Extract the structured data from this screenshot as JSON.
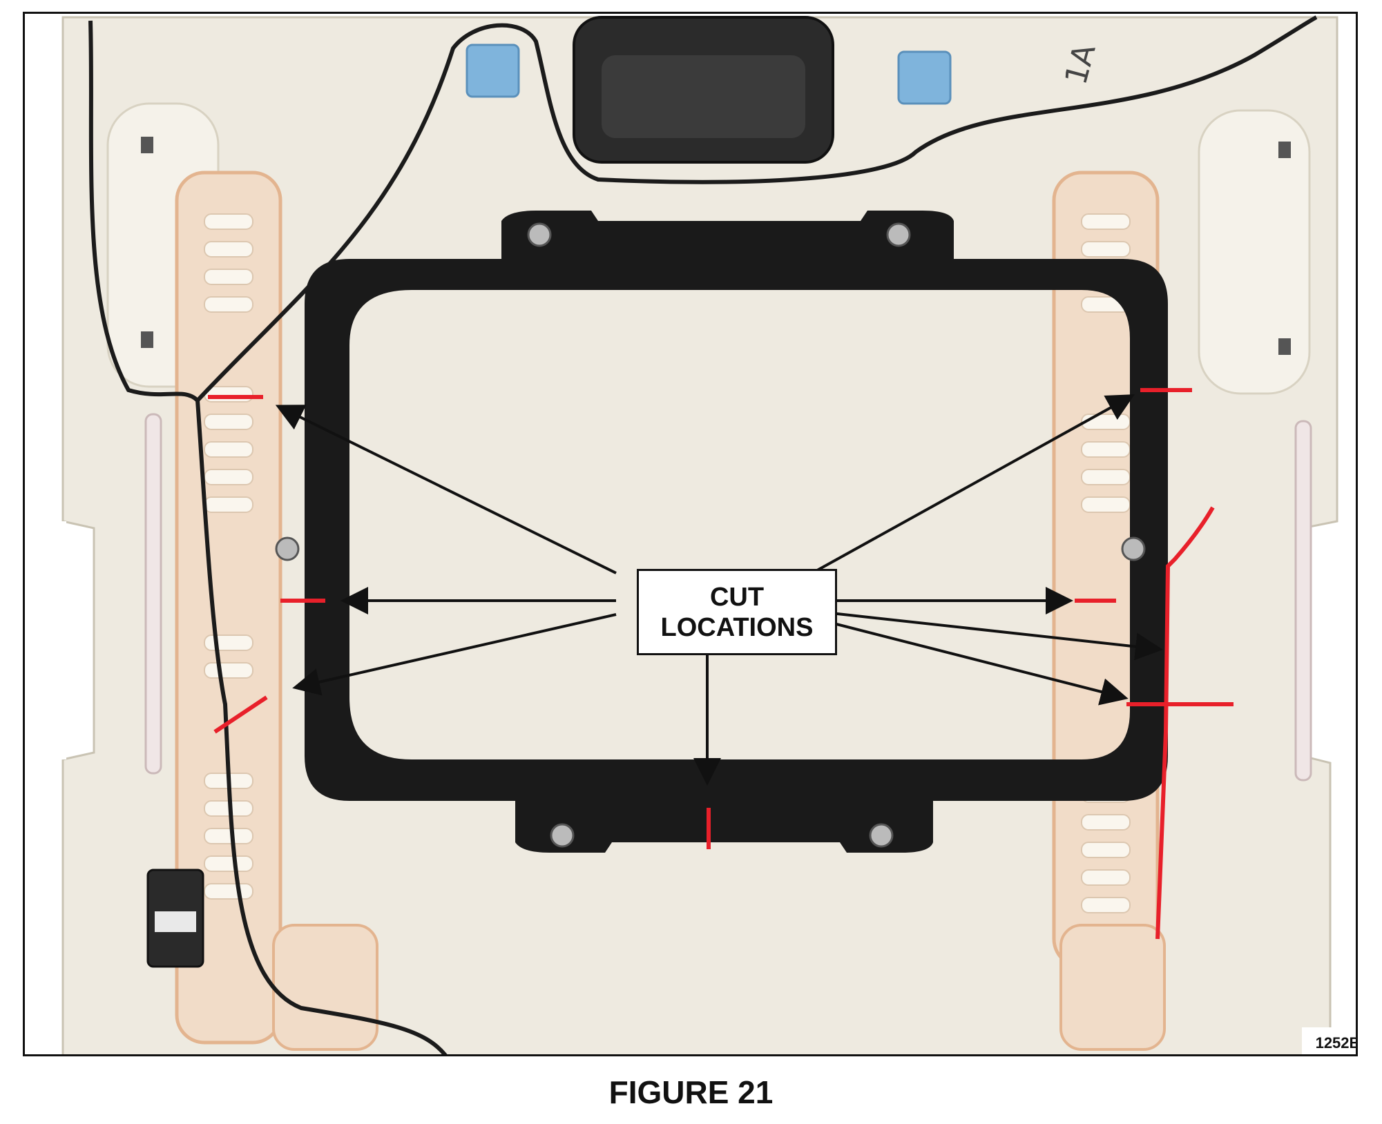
{
  "figure": {
    "caption": "FIGURE 21",
    "id_label": "1252B",
    "callout_line1": "CUT",
    "callout_line2": "LOCATIONS",
    "handwriting": "1A"
  },
  "colors": {
    "cut_mark": "#e8202a",
    "frame": "#1a1a1a",
    "headliner": "#eeeae0",
    "adhesive": "#e3b48f",
    "foam_block": "#7fb4dc",
    "arrow": "#111111"
  },
  "icons": [
    "cut-location-arrow-icon"
  ]
}
